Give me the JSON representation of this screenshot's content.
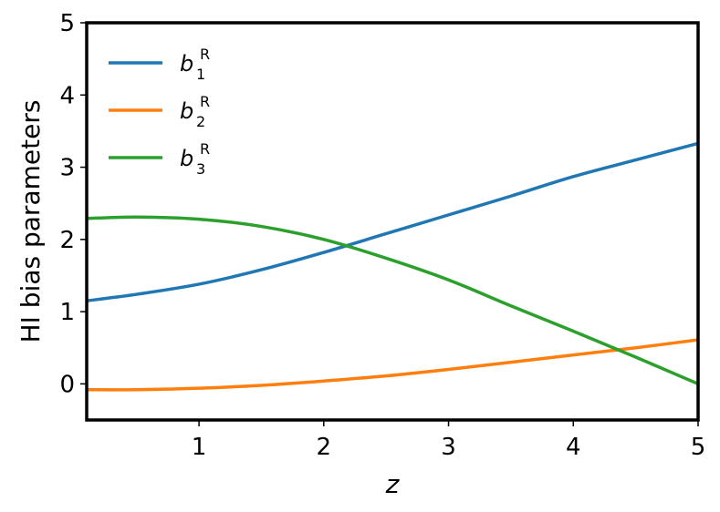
{
  "chart_data": {
    "type": "line",
    "title": "",
    "xlabel": "z",
    "ylabel": "HI bias parameters",
    "xlim": [
      0.1,
      5.0
    ],
    "ylim": [
      -0.5,
      5.0
    ],
    "xticks": [
      1,
      2,
      3,
      4,
      5
    ],
    "yticks": [
      0,
      1,
      2,
      3,
      4,
      5
    ],
    "grid": false,
    "legend_position": "upper left",
    "x": [
      0.1,
      0.5,
      1.0,
      1.5,
      2.0,
      2.5,
      3.0,
      3.5,
      4.0,
      4.5,
      5.0
    ],
    "series": [
      {
        "name": "b_1^R",
        "label_base": "b",
        "label_sub": "1",
        "label_sup": "R",
        "color": "#1f77b4",
        "values": [
          1.15,
          1.24,
          1.38,
          1.58,
          1.82,
          2.08,
          2.34,
          2.6,
          2.87,
          3.1,
          3.33
        ]
      },
      {
        "name": "b_2^R",
        "label_base": "b",
        "label_sub": "2",
        "label_sup": "R",
        "color": "#ff7f0e",
        "values": [
          -0.08,
          -0.08,
          -0.06,
          -0.02,
          0.04,
          0.11,
          0.2,
          0.3,
          0.4,
          0.5,
          0.61
        ]
      },
      {
        "name": "b_3^R",
        "label_base": "b",
        "label_sub": "3",
        "label_sup": "R",
        "color": "#2ca02c",
        "values": [
          2.29,
          2.31,
          2.28,
          2.18,
          2.0,
          1.74,
          1.44,
          1.08,
          0.73,
          0.37,
          0.0
        ]
      }
    ]
  }
}
